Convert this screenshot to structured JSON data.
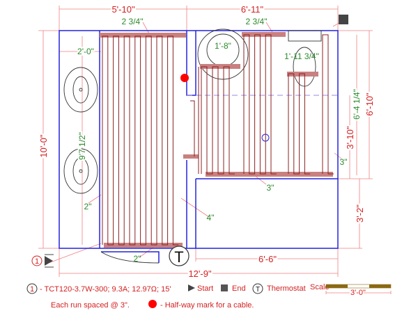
{
  "dimensions": {
    "left_width": "5'-10\"",
    "right_width": "6'-11\"",
    "left_top_gap": "2 3/4\"",
    "right_top_gap": "2 3/4\"",
    "vanity_width": "2'-0\"",
    "total_height": "10'-0\"",
    "vanity_length": "9'7 1/2\"",
    "tub_clear": "1'-8\"",
    "toilet_clear": "1'-11 3/4\"",
    "right_green_height": "6'-4 1/4\"",
    "right_total_height": "6'-10\"",
    "right_upper_height": "3'-10\"",
    "right_side_gap": "3\"",
    "right_bottom_gap": "3\"",
    "center_gap": "4\"",
    "left_side_gap": "2\"",
    "left_bottom_gap": "2\"",
    "lower_right_height": "3'-2\"",
    "lower_right_width": "6'-6\"",
    "total_width": "12'-9\""
  },
  "markers": {
    "start_number": "1",
    "thermostat_symbol": "T"
  },
  "legend": {
    "cable_number": "1",
    "cable_spec": "- TCT120-3.7W-300; 9.3A; 12.97Ω; 15'",
    "start_label": "Start",
    "end_label": "End",
    "thermostat_symbol": "T",
    "thermostat_label": "Thermostat",
    "scale_label": "Scale",
    "scale_value": "3'-0\"",
    "spacing_note": "Each run spaced @ 3\".",
    "halfway_note": "- Half-way mark for a cable."
  },
  "colors": {
    "wall": "#2222dd",
    "cable": "#8b2020",
    "dimension": "#d42020",
    "note": "#2a8a2a",
    "halfway_mark": "#ff0000"
  }
}
